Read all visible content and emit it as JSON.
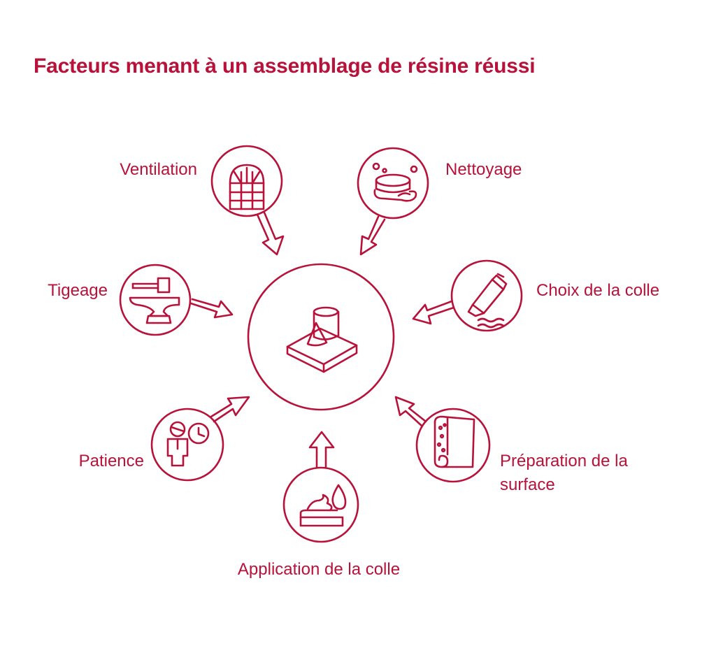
{
  "title": "Facteurs menant à un assemblage de résine réussi",
  "colors": {
    "accent": "#b8123a"
  },
  "center": {
    "icon": "resin-assembly-icon"
  },
  "factors": [
    {
      "id": "ventilation",
      "label": "Ventilation",
      "icon": "window-icon"
    },
    {
      "id": "nettoyage",
      "label": "Nettoyage",
      "icon": "cleaning-sponge-icon"
    },
    {
      "id": "tigeage",
      "label": "Tigeage",
      "icon": "anvil-hammer-icon"
    },
    {
      "id": "choix-colle",
      "label": "Choix de la colle",
      "icon": "glue-tube-icon"
    },
    {
      "id": "patience",
      "label": "Patience",
      "icon": "person-clock-icon"
    },
    {
      "id": "preparation",
      "label": "Préparation de la surface",
      "icon": "sandpaper-roll-icon"
    },
    {
      "id": "application",
      "label": "Application de la colle",
      "icon": "glue-drop-icon"
    }
  ]
}
